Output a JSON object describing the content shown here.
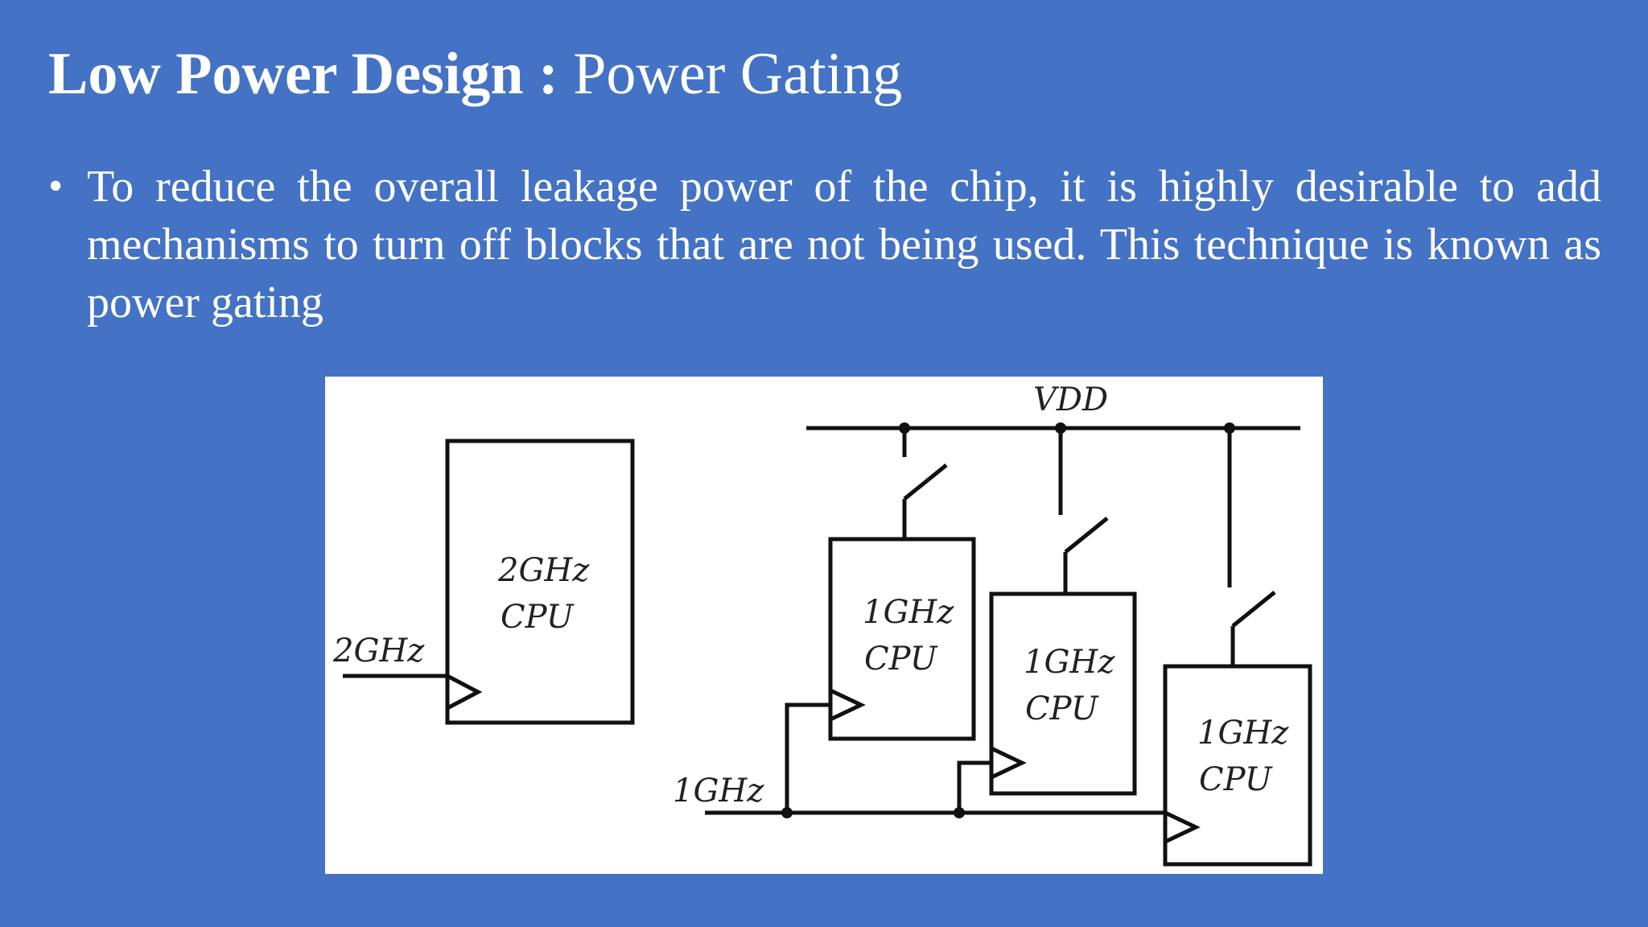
{
  "slide": {
    "title_bold": "Low Power Design : ",
    "title_rest": "Power Gating",
    "bullet_symbol": "•",
    "bullet_text": "To reduce the overall leakage power of the chip, it is highly desirable to add mechanisms to turn off blocks that are not being used. This technique is known as power gating"
  },
  "diagram": {
    "vdd_label": "VDD",
    "clock_2ghz_label": "2GHz",
    "clock_1ghz_label": "1GHz",
    "cpu_2ghz": {
      "freq": "2GHz",
      "name": "CPU"
    },
    "cpu_1ghz_a": {
      "freq": "1GHz",
      "name": "CPU"
    },
    "cpu_1ghz_b": {
      "freq": "1GHz",
      "name": "CPU"
    },
    "cpu_1ghz_c": {
      "freq": "1GHz",
      "name": "CPU"
    }
  },
  "colors": {
    "background": "#4472c4",
    "text": "#ffffff",
    "diagram_bg": "#ffffff",
    "line": "#111111"
  }
}
